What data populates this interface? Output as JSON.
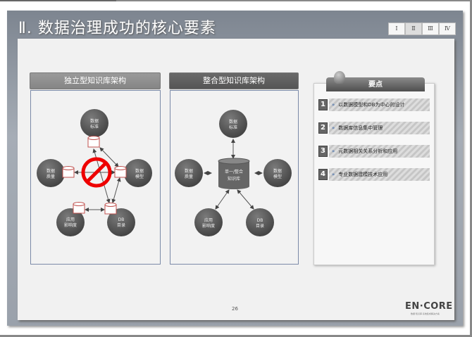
{
  "title": "Ⅱ. 数据治理成功的核心要素",
  "nav": [
    "Ⅰ",
    "Ⅱ",
    "Ⅲ",
    "Ⅳ"
  ],
  "nav_active": 1,
  "left": {
    "header": "独立型知识库架构",
    "nodes": {
      "standard": [
        "数据",
        "标准"
      ],
      "quality": [
        "数据",
        "质量"
      ],
      "model": [
        "数据",
        "模型"
      ],
      "impact": [
        "应用",
        "影响度"
      ],
      "db": [
        "DB",
        "目录"
      ]
    },
    "prohibit_icon": "prohibited-icon"
  },
  "middle": {
    "header": "整合型知识库架构",
    "center": [
      "单一/整合",
      "知识库"
    ],
    "nodes": {
      "standard": [
        "数据",
        "标准"
      ],
      "quality": [
        "数据",
        "质量"
      ],
      "model": [
        "数据",
        "模型"
      ],
      "impact": [
        "应用",
        "影响度"
      ],
      "db": [
        "DB",
        "目录"
      ]
    }
  },
  "key": {
    "header": "要点",
    "items": [
      {
        "num": "1",
        "text": "以数据模型和DB为中心的设计"
      },
      {
        "num": "2",
        "text": "数据库信息集中管理"
      },
      {
        "num": "3",
        "text": "元数据相关关系分析和应用"
      },
      {
        "num": "4",
        "text": "专业数据建模技术应用"
      }
    ]
  },
  "footer": {
    "page": "26",
    "logo": "EN·CORE",
    "logo_sub": "数据·知识库·系统集成解决方案"
  },
  "colors": {
    "node": "#5a5a5a",
    "cylinder_border": "#c0504d",
    "prohibit": "#e00000",
    "box_border": "#7b8aa8"
  }
}
